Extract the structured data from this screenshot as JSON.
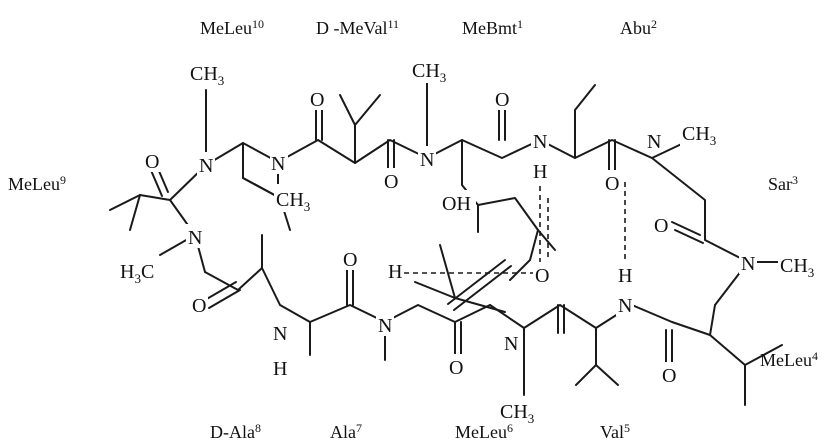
{
  "residues": {
    "meleu10": {
      "name": "MeLeu",
      "num": "10"
    },
    "dmeval11": {
      "name": "D -MeVal",
      "num": "11"
    },
    "mebmt1": {
      "name": "MeBmt",
      "num": "1"
    },
    "abu2": {
      "name": "Abu",
      "num": "2"
    },
    "meleu9": {
      "name": "MeLeu",
      "num": "9"
    },
    "sar3": {
      "name": "Sar",
      "num": "3"
    },
    "meleu4": {
      "name": "MeLeu",
      "num": "4"
    },
    "dala8": {
      "name": "D-Ala",
      "num": "8"
    },
    "ala7": {
      "name": "Ala",
      "num": "7"
    },
    "meleu6": {
      "name": "MeLeu",
      "num": "6"
    },
    "val5": {
      "name": "Val",
      "num": "5"
    }
  },
  "atoms": {
    "methyl": {
      "base": "CH",
      "sub": "3"
    },
    "methyl_left": {
      "base": "H",
      "sub": "3",
      "tail": "C"
    },
    "n": "N",
    "o": "O",
    "h": "H",
    "oh": "OH"
  }
}
